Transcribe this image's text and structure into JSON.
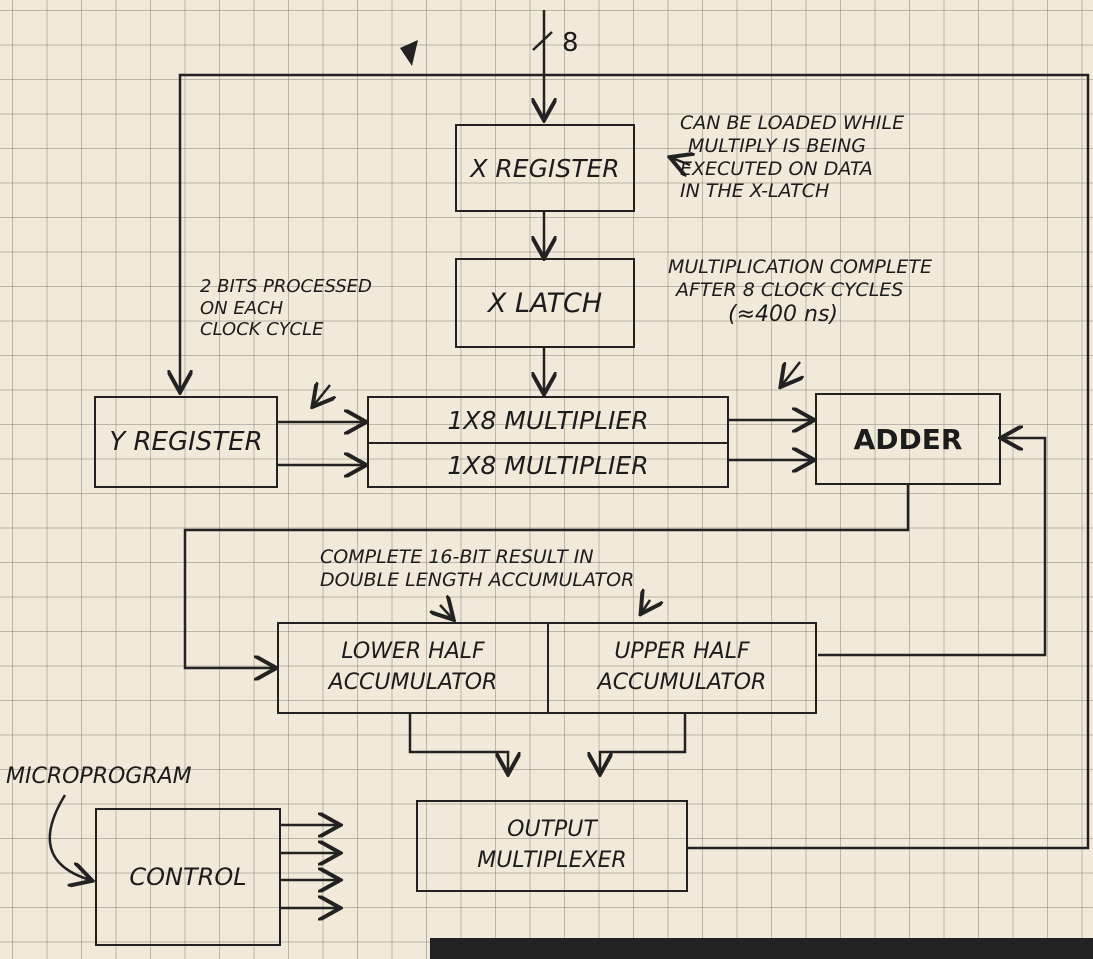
{
  "blocks": {
    "x_register": "X REGISTER",
    "x_latch": "X LATCH",
    "y_register": "Y REGISTER",
    "multiplier_1": "1X8 MULTIPLIER",
    "multiplier_2": "1X8 MULTIPLIER",
    "adder": "ADDER",
    "lower_half_1": "LOWER HALF",
    "lower_half_2": "ACCUMULATOR",
    "upper_half_1": "UPPER HALF",
    "upper_half_2": "ACCUMULATOR",
    "output_mux_1": "OUTPUT",
    "output_mux_2": "MULTIPLEXER",
    "control": "CONTROL"
  },
  "notes": {
    "bus_width": "8",
    "x_register_note": [
      "CAN BE LOADED WHILE",
      "MULTIPLY IS BEING",
      "EXECUTED ON DATA",
      "IN THE X-LATCH"
    ],
    "multiplication_note": [
      "MULTIPLICATION COMPLETE",
      "AFTER 8 CLOCK CYCLES",
      "(≈400 ns)"
    ],
    "bits_note": [
      "2 BITS PROCESSED",
      "ON EACH",
      "CLOCK CYCLE"
    ],
    "result_note": [
      "COMPLETE 16-BIT RESULT IN",
      "DOUBLE LENGTH ACCUMULATOR"
    ],
    "microprogram": "MICROPROGRAM"
  },
  "colors": {
    "ink": "#1c1c1c",
    "paper": "#f1e9da",
    "grid": "#78786e"
  }
}
